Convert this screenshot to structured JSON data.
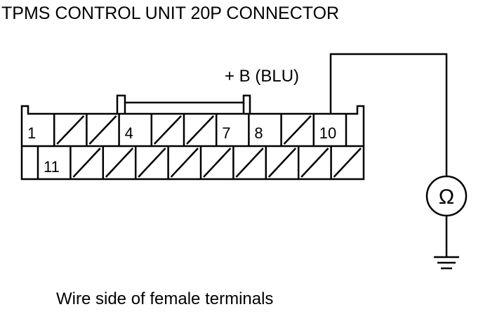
{
  "title": "TPMS CONTROL UNIT 20P CONNECTOR",
  "wire_label": "+ B (BLU)",
  "caption": "Wire side of female terminals",
  "meter_symbol": "Ω",
  "meter_icon": "ohmmeter-icon",
  "ground_icon": "ground-symbol-icon",
  "connector": {
    "top_row": [
      "1",
      "",
      "",
      "4",
      "",
      "",
      "7",
      "8",
      "",
      "10"
    ],
    "bottom_row": [
      "",
      "11",
      "",
      "",
      "",
      "",
      "",
      "",
      "",
      "",
      ""
    ]
  }
}
